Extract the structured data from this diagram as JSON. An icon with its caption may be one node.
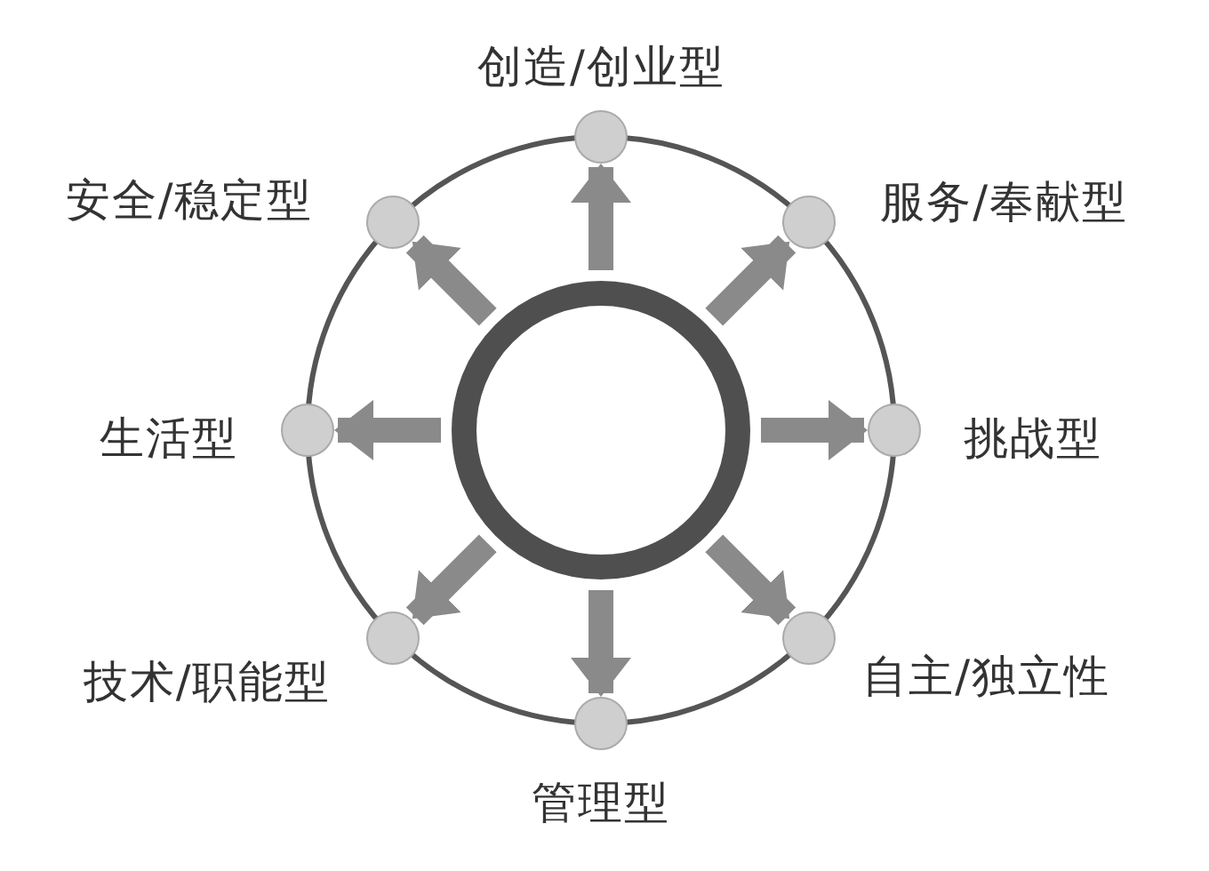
{
  "diagram": {
    "nodes": [
      {
        "text": [],
        "shape": "circle"
      },
      {
        "text": [
          "创造/创业型"
        ]
      },
      {
        "text": [
          "服务/奉献型"
        ]
      },
      {
        "text": [
          "挑战型"
        ]
      },
      {
        "text": [
          "自主/独立性"
        ]
      },
      {
        "text": [
          "管理型"
        ]
      },
      {
        "text": [
          "技术/职能型"
        ]
      },
      {
        "text": [
          "生活型"
        ]
      },
      {
        "text": [
          "安全/稳定型"
        ]
      }
    ],
    "edges": [
      {
        "from": 0,
        "to": 1,
        "arrow": "to"
      },
      {
        "from": 0,
        "to": 2,
        "arrow": "to"
      },
      {
        "from": 0,
        "to": 3,
        "arrow": "to"
      },
      {
        "from": 0,
        "to": 4,
        "arrow": "to"
      },
      {
        "from": 0,
        "to": 5,
        "arrow": "to"
      },
      {
        "from": 0,
        "to": 6,
        "arrow": "to"
      },
      {
        "from": 0,
        "to": 7,
        "arrow": "to"
      },
      {
        "from": 0,
        "to": 8,
        "arrow": "to"
      }
    ]
  }
}
